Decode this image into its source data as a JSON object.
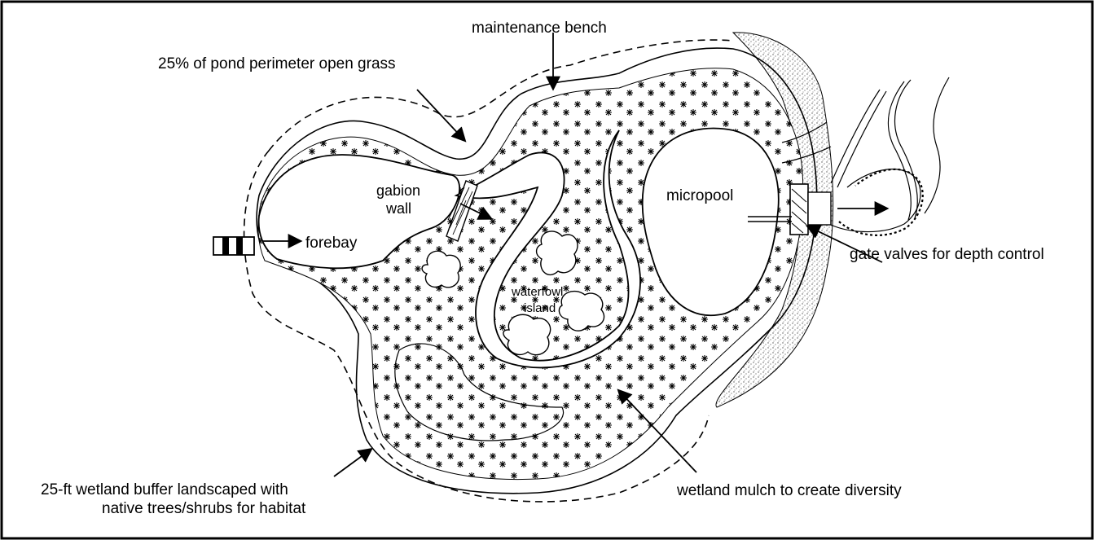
{
  "labels": {
    "maintenance_bench": "maintenance bench",
    "open_grass": "25% of pond perimeter open grass",
    "gabion_line1": "gabion",
    "gabion_line2": "wall",
    "forebay": "forebay",
    "micropool": "micropool",
    "waterfowl_line1": "waterfowl",
    "waterfowl_line2": "island",
    "gate_valves": "gate valves for depth control",
    "buffer_line1": "25-ft wetland buffer landscaped with",
    "buffer_line2": "native trees/shrubs for habitat",
    "wetland_mulch": "wetland mulch to create diversity"
  },
  "colors": {
    "ink": "#000000",
    "paper": "#ffffff",
    "stipple": "#555555"
  }
}
